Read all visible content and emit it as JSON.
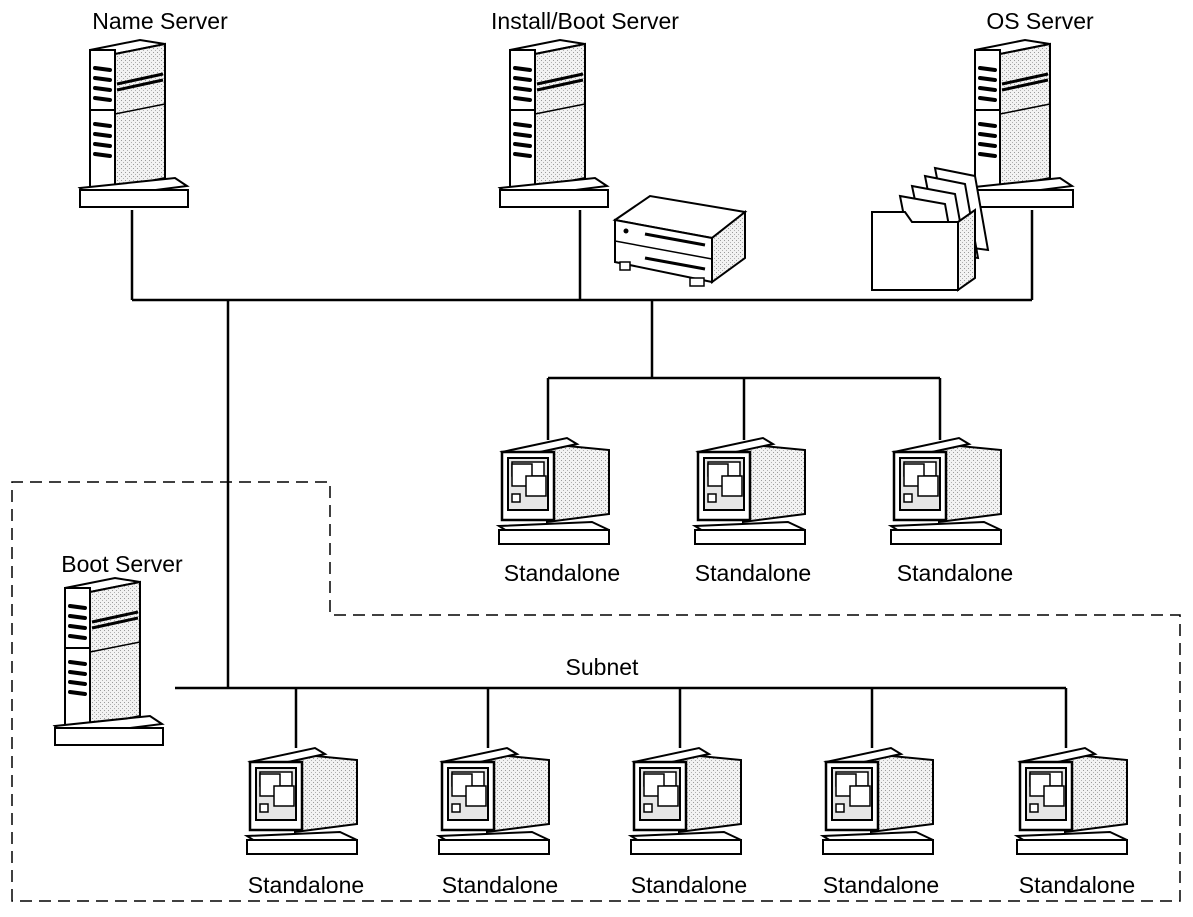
{
  "diagram": {
    "servers": {
      "name_server": "Name Server",
      "install_boot_server": "Install/Boot Server",
      "os_server": "OS Server",
      "boot_server": "Boot Server"
    },
    "subnet_label": "Subnet",
    "upper_clients": [
      "Standalone",
      "Standalone",
      "Standalone"
    ],
    "lower_clients": [
      "Standalone",
      "Standalone",
      "Standalone",
      "Standalone",
      "Standalone"
    ]
  }
}
